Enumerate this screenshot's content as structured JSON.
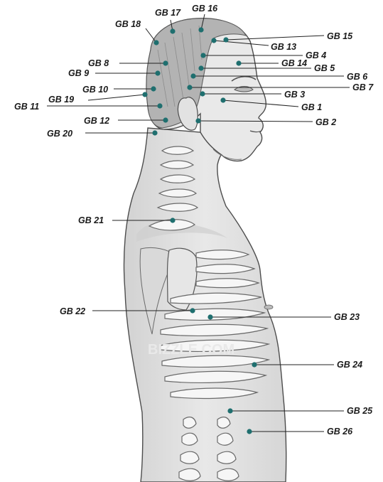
{
  "watermark": "BIZZLE.COM",
  "colors": {
    "point": "#1f6f6f",
    "leader": "#222222",
    "skin": "#e4e4e4",
    "skin_shadow": "#c9c9c9",
    "outline": "#4d4d4d",
    "hair": "#a9a9a9",
    "bone": "#f6f6f6",
    "background": "#ffffff"
  },
  "points": [
    {
      "id": "gb1",
      "label": "GB 1"
    },
    {
      "id": "gb2",
      "label": "GB 2"
    },
    {
      "id": "gb3",
      "label": "GB 3"
    },
    {
      "id": "gb4",
      "label": "GB 4"
    },
    {
      "id": "gb5",
      "label": "GB 5"
    },
    {
      "id": "gb6",
      "label": "GB 6"
    },
    {
      "id": "gb7",
      "label": "GB 7"
    },
    {
      "id": "gb8",
      "label": "GB 8"
    },
    {
      "id": "gb9",
      "label": "GB 9"
    },
    {
      "id": "gb10",
      "label": "GB 10"
    },
    {
      "id": "gb11",
      "label": "GB 11"
    },
    {
      "id": "gb12",
      "label": "GB 12"
    },
    {
      "id": "gb13",
      "label": "GB 13"
    },
    {
      "id": "gb14",
      "label": "GB 14"
    },
    {
      "id": "gb15",
      "label": "GB 15"
    },
    {
      "id": "gb16",
      "label": "GB 16"
    },
    {
      "id": "gb17",
      "label": "GB 17"
    },
    {
      "id": "gb18",
      "label": "GB 18"
    },
    {
      "id": "gb19",
      "label": "GB 19"
    },
    {
      "id": "gb20",
      "label": "GB 20"
    },
    {
      "id": "gb21",
      "label": "GB 21"
    },
    {
      "id": "gb22",
      "label": "GB 22"
    },
    {
      "id": "gb23",
      "label": "GB 23"
    },
    {
      "id": "gb24",
      "label": "GB 24"
    },
    {
      "id": "gb25",
      "label": "GB 25"
    },
    {
      "id": "gb26",
      "label": "GB 26"
    }
  ]
}
